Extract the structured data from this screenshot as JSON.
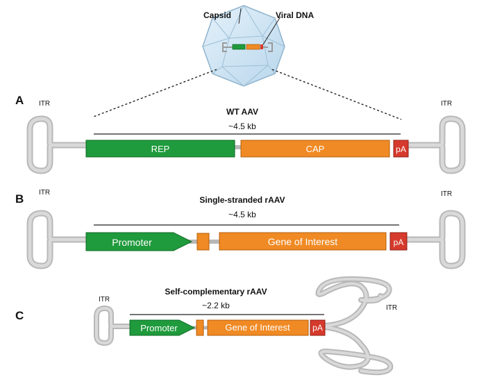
{
  "capsid": {
    "capsid_label": "Capsid",
    "dna_label": "Viral DNA"
  },
  "panels": [
    {
      "letter": "A",
      "title": "WT AAV",
      "length_label": "~4.5 kb",
      "itr_left": "ITR",
      "itr_right": "ITR",
      "segments": {
        "rep": "REP",
        "cap": "CAP",
        "pa": "pA"
      }
    },
    {
      "letter": "B",
      "title": "Single-stranded rAAV",
      "length_label": "~4.5 kb",
      "itr_left": "ITR",
      "itr_right": "ITR",
      "segments": {
        "promoter": "Promoter",
        "gene": "Gene of Interest",
        "pa": "pA"
      }
    },
    {
      "letter": "C",
      "title": "Self-complementary rAAV",
      "length_label": "~2.2 kb",
      "itr_left": "ITR",
      "itr_right": "ITR",
      "segments": {
        "promoter": "Promoter",
        "gene": "Gene of Interest",
        "pa": "pA"
      }
    }
  ],
  "colors": {
    "green": "#1f9a3c",
    "green_edge": "#0e6b24",
    "orange": "#f08a24",
    "orange_edge": "#b45f0c",
    "red": "#d63a2c",
    "red_edge": "#8e1f15",
    "itr": "#b8b8b8",
    "itr_edge": "#8a8a8a",
    "capsid_fill": "#cfe4f2",
    "capsid_edge": "#8fb3cc"
  }
}
